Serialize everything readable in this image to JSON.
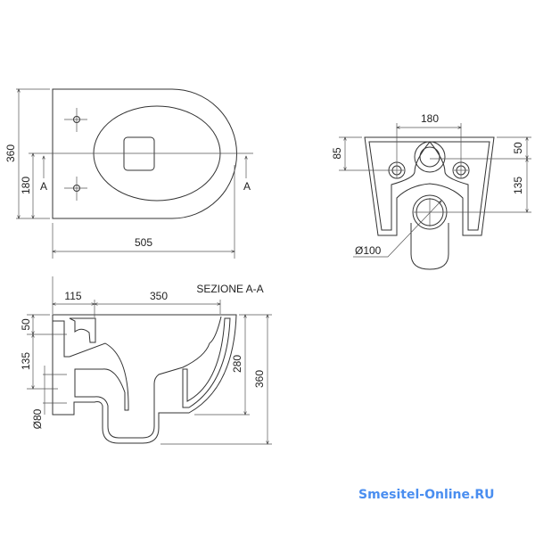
{
  "top_view": {
    "dim_width": "360",
    "dim_half": "180",
    "dim_length": "505",
    "section_mark_left": "A",
    "section_mark_right": "A"
  },
  "front_view": {
    "dim_hole_spacing": "180",
    "dim_85": "85",
    "dim_50": "50",
    "dim_135": "135",
    "dim_outlet": "Ø100"
  },
  "section_view": {
    "title": "SEZIONE A-A",
    "dim_115": "115",
    "dim_350": "350",
    "dim_50": "50",
    "dim_135": "135",
    "dim_inlet": "Ø80",
    "dim_280": "280",
    "dim_360": "360"
  },
  "watermark": "Smesitel-Online.RU",
  "colors": {
    "line": "#333333",
    "watermark": "#4a8ef0"
  }
}
